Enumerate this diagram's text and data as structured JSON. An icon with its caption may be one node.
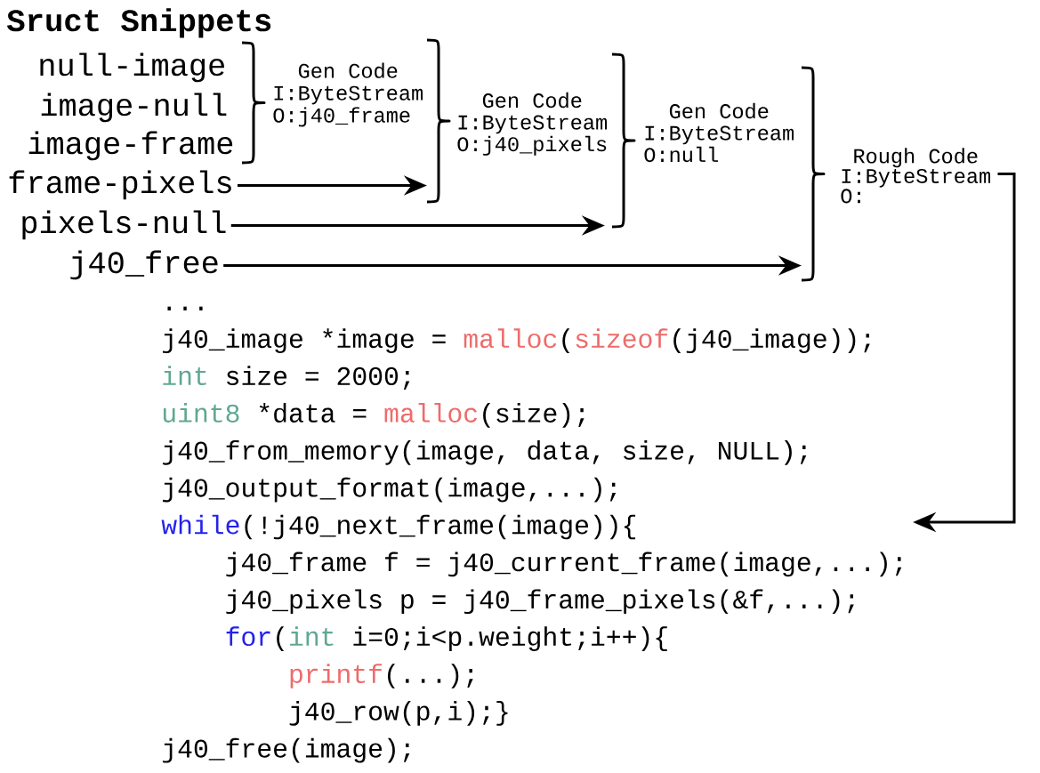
{
  "diagram": {
    "title": "Sruct Snippets",
    "nodes": [
      {
        "text": [
          "null-image"
        ]
      },
      {
        "text": [
          "image-null"
        ]
      },
      {
        "text": [
          "image-frame"
        ]
      },
      {
        "text": [
          "frame-pixels"
        ]
      },
      {
        "text": [
          "pixels-null"
        ]
      },
      {
        "text": [
          "j40_free"
        ]
      },
      {
        "text": [
          "Gen Code",
          "I:ByteStream",
          "O:j40_frame"
        ]
      },
      {
        "text": [
          "Gen Code",
          "I:ByteStream",
          "O:j40_pixels"
        ]
      },
      {
        "text": [
          "Gen Code",
          "I:ByteStream",
          "O:null"
        ]
      },
      {
        "text": [
          "Rough Code",
          "I:ByteStream",
          "O:"
        ]
      },
      {
        "text": [
          "...",
          "j40_image *image = malloc(sizeof(j40_image));",
          "int size = 2000;",
          "uint8 *data = malloc(size);",
          "j40_from_memory(image, data, size, NULL);",
          "j40_output_format(image,...);",
          "while(!j40_next_frame(image)){",
          "j40_frame f = j40_current_frame(image,...);",
          "j40_pixels p = j40_frame_pixels(&f,...);",
          "for(int i=0;i<p.weight;i++){",
          "printf(...);",
          "j40_row(p,i);}",
          "j40_free(image);"
        ]
      }
    ],
    "edges": [
      {
        "from": 3,
        "to": 7,
        "arrow": "to"
      },
      {
        "from": 4,
        "to": 8,
        "arrow": "to"
      },
      {
        "from": 5,
        "to": 9,
        "arrow": "to"
      },
      {
        "from": 9,
        "to": 10,
        "arrow": "to"
      }
    ]
  }
}
